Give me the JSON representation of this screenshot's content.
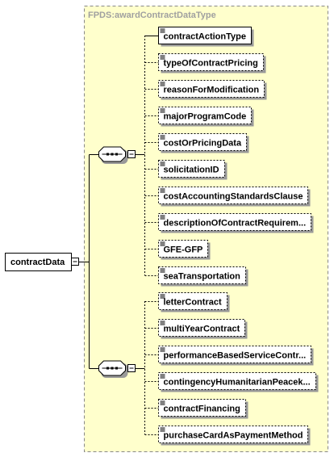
{
  "diagram": {
    "type_title": "FPDS:awardContractDataType",
    "root": {
      "label": "contractData"
    },
    "groups": [
      {
        "kind": "sequence",
        "elements": [
          {
            "label": "contractActionType",
            "optional": false
          },
          {
            "label": "typeOfContractPricing",
            "optional": true
          },
          {
            "label": "reasonForModification",
            "optional": true
          },
          {
            "label": "majorProgramCode",
            "optional": true
          },
          {
            "label": "costOrPricingData",
            "optional": true
          },
          {
            "label": "solicitationID",
            "optional": true
          },
          {
            "label": "costAccountingStandardsClause",
            "optional": true
          },
          {
            "label": "descriptionOfContractRequirem...",
            "optional": true
          },
          {
            "label": "GFE-GFP",
            "optional": true
          },
          {
            "label": "seaTransportation",
            "optional": true
          }
        ]
      },
      {
        "kind": "sequence",
        "elements": [
          {
            "label": "letterContract",
            "optional": true
          },
          {
            "label": "multiYearContract",
            "optional": true
          },
          {
            "label": "performanceBasedServiceContr...",
            "optional": true
          },
          {
            "label": "contingencyHumanitarianPeacek...",
            "optional": true
          },
          {
            "label": "contractFinancing",
            "optional": true
          },
          {
            "label": "purchaseCardAsPaymentMethod",
            "optional": true
          }
        ]
      }
    ]
  }
}
